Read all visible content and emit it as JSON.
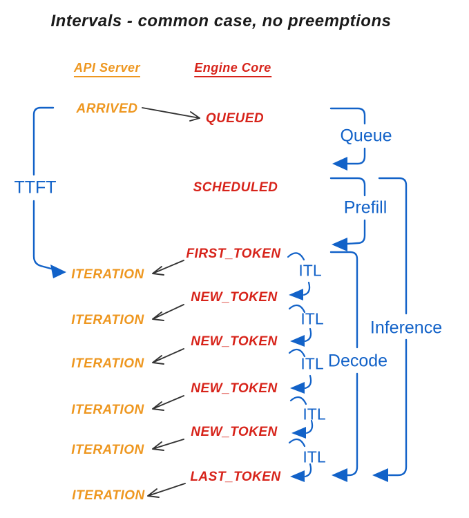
{
  "title": "Intervals - common case, no preemptions",
  "columns": {
    "api_server": "API Server",
    "engine_core": "Engine Core"
  },
  "events": {
    "arrived": "ARRIVED",
    "queued": "QUEUED",
    "scheduled": "SCHEDULED",
    "first_token": "FIRST_TOKEN",
    "new_token": "NEW_TOKEN",
    "last_token": "LAST_TOKEN",
    "iteration": "ITERATION"
  },
  "intervals": {
    "ttft": "TTFT",
    "queue": "Queue",
    "prefill": "Prefill",
    "itl": "ITL",
    "decode": "Decode",
    "inference": "Inference"
  },
  "colors": {
    "orange": "#ee9720",
    "red": "#d7231a",
    "blue": "#1262c8",
    "ink": "#1a1a1a"
  }
}
